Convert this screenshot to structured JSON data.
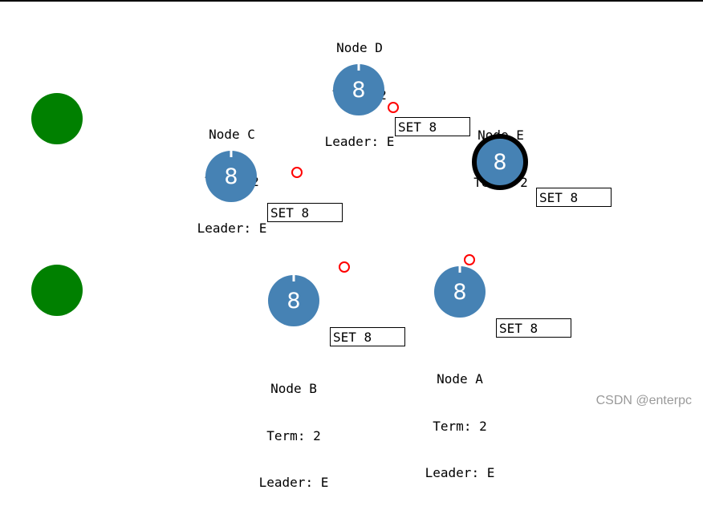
{
  "nodes": {
    "A": {
      "name": "Node A",
      "term": "Term: 2",
      "leader": "Leader: E",
      "value": "8",
      "log": "SET 8"
    },
    "B": {
      "name": "Node B",
      "term": "Term: 2",
      "leader": "Leader: E",
      "value": "8",
      "log": "SET 8"
    },
    "C": {
      "name": "Node C",
      "term": "Term: 2",
      "leader": "Leader: E",
      "value": "8",
      "log": "SET 8"
    },
    "D": {
      "name": "Node D",
      "term": "Term: 2",
      "leader": "Leader: E",
      "value": "8",
      "log": "SET 8"
    },
    "E": {
      "name": "Node E",
      "term": "Term: 2",
      "value": "8",
      "log": "SET 8"
    }
  },
  "watermark": "CSDN @enterpc",
  "colors": {
    "node": "#4682b4",
    "client": "#008000",
    "message": "#ff0000"
  }
}
